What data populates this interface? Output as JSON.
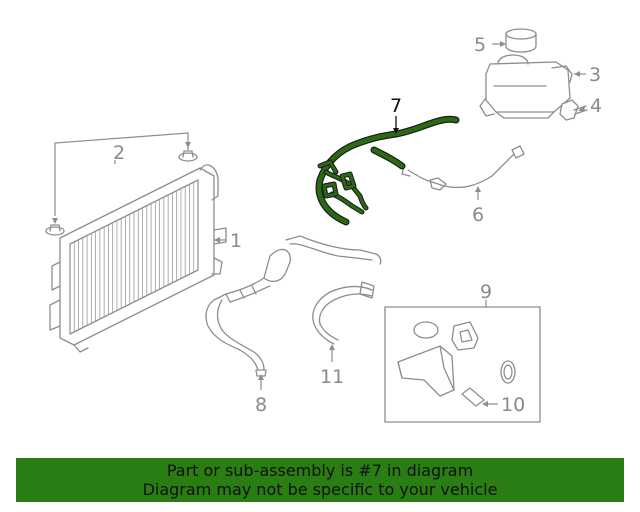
{
  "diagram": {
    "highlight_color": "#2a6a12",
    "line_color": "#8d8d8d",
    "callouts": [
      {
        "id": "1",
        "label": "1"
      },
      {
        "id": "2",
        "label": "2"
      },
      {
        "id": "3",
        "label": "3"
      },
      {
        "id": "4",
        "label": "4"
      },
      {
        "id": "5",
        "label": "5"
      },
      {
        "id": "6",
        "label": "6"
      },
      {
        "id": "7",
        "label": "7",
        "highlighted": true
      },
      {
        "id": "8",
        "label": "8"
      },
      {
        "id": "9",
        "label": "9"
      },
      {
        "id": "10",
        "label": "10"
      },
      {
        "id": "11",
        "label": "11"
      }
    ]
  },
  "banner": {
    "background": "#2a7d12",
    "line1": "Part or sub-assembly is #7 in diagram",
    "line2": "Diagram may not be specific to your vehicle"
  }
}
